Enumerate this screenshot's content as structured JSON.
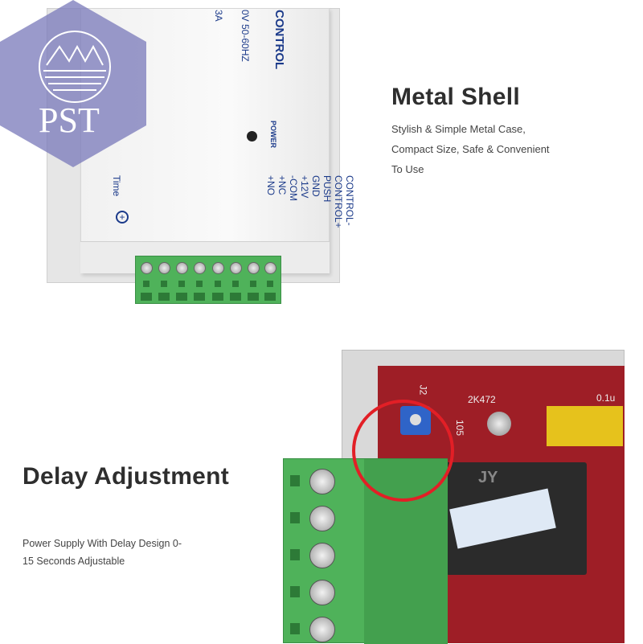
{
  "watermark": {
    "text": "PST",
    "color": "#7878b9"
  },
  "device": {
    "brand_text": "CONTROL",
    "rating_voltage": "0V 50-60HZ",
    "rating_current": "3A",
    "power_label": "POWER",
    "time_label": "Time",
    "terminals": [
      "CONTROL-",
      "CONTROL+",
      "PUSH",
      "GND",
      "+12V",
      "-COM",
      "+NC",
      "+NO"
    ]
  },
  "board": {
    "labels": [
      "2K472",
      "J2",
      "105",
      "JY",
      "0.1u"
    ],
    "highlight_color": "#e21f26"
  },
  "sections": [
    {
      "title": "Metal Shell",
      "body": [
        "Stylish & Simple Metal Case,",
        "Compact Size, Safe & Convenient",
        "To Use"
      ]
    },
    {
      "title": "Delay Adjustment",
      "body": [
        "Power Supply With Delay Design 0-",
        "15 Seconds Adjustable"
      ]
    }
  ]
}
